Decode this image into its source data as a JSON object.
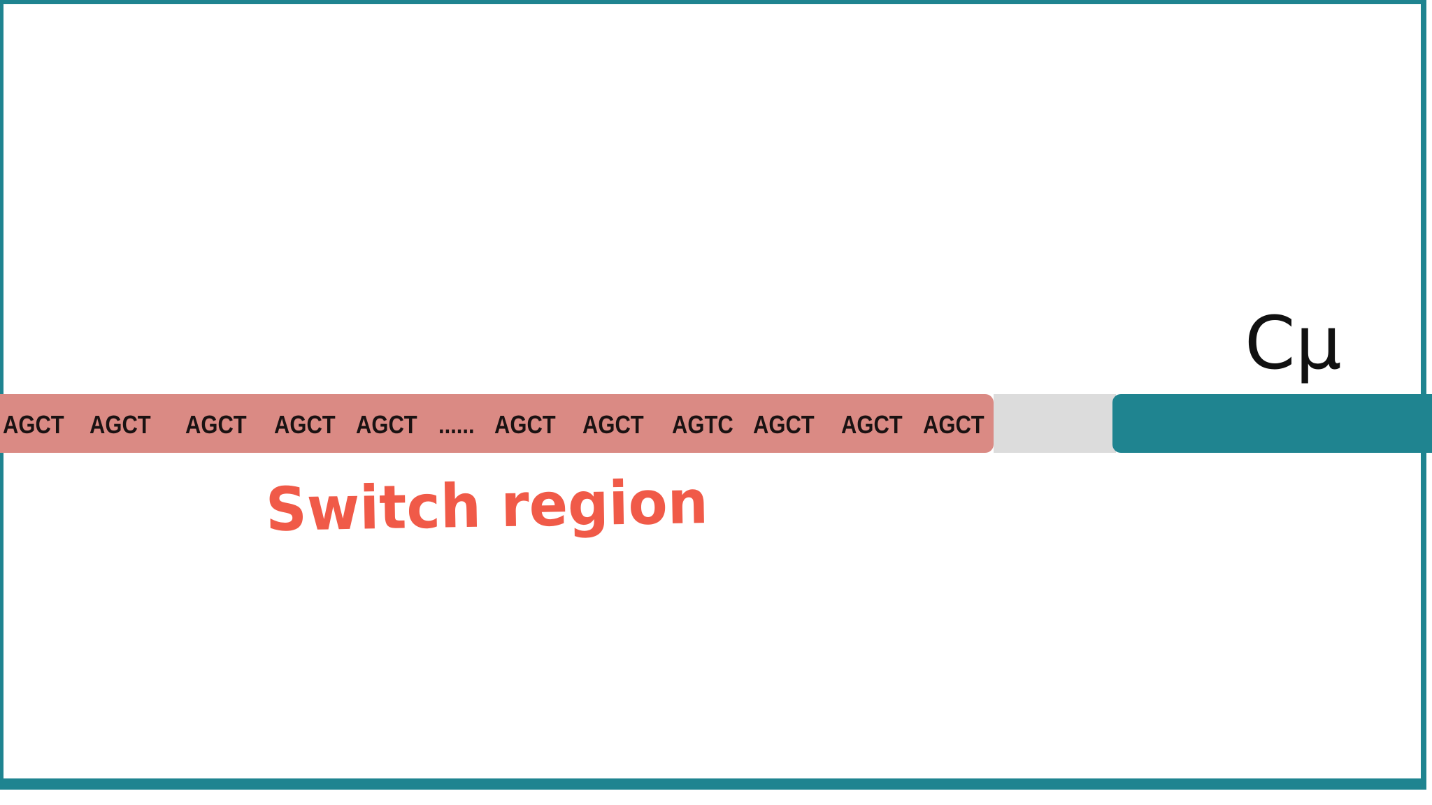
{
  "sequence": [
    "AGCT",
    "AGCT",
    "AGCT",
    "AGCT",
    "AGCT",
    "......",
    "AGCT",
    "AGCT",
    "AGTC",
    "AGCT",
    "AGCT",
    "AGCT"
  ],
  "labels": {
    "constant_region": "Cμ",
    "switch_region": "Switch region"
  },
  "colors": {
    "frame": "#1f8490",
    "switch_band": "#da8a84",
    "gap": "#dcdcdc",
    "constant_band": "#1f8490",
    "switch_label": "#f05a48"
  }
}
